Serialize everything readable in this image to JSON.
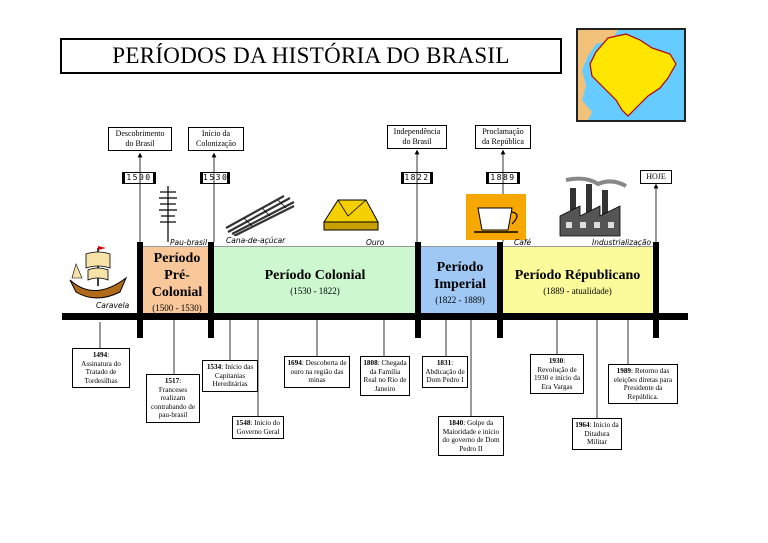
{
  "title": "PERÍODOS DA HISTÓRIA DO BRASIL",
  "top_labels": {
    "descobrimento": "Descobrimento do Brasil",
    "colonizacao": "Início da Colonização",
    "independencia": "Independência do Brasil",
    "republica": "Proclamação da República",
    "hoje": "HOJE"
  },
  "years": {
    "y1500": "1500",
    "y1530": "1530",
    "y1822": "1822",
    "y1889": "1889"
  },
  "image_labels": {
    "caravela": "Caravela",
    "pau_brasil": "Pau-brasil",
    "cana": "Cana-de-açúcar",
    "ouro": "Ouro",
    "cafe": "Café",
    "industrializacao": "Industrialização"
  },
  "periods": [
    {
      "name": "Período Pré-Colonial",
      "dates": "(1500 - 1530)",
      "color": "#f9c89a"
    },
    {
      "name": "Período Colonial",
      "dates": "(1530 - 1822)",
      "color": "#ccf7cf"
    },
    {
      "name": "Período Imperial",
      "dates": "(1822 - 1889)",
      "color": "#9fc8f5"
    },
    {
      "name": "Período Républicano",
      "dates": "(1889 - atualidade)",
      "color": "#fbfb9c"
    }
  ],
  "events": {
    "e1494": {
      "year": "1494",
      "text": "Assinatura do Tratado de Tordesilhas"
    },
    "e1517": {
      "year": "1517",
      "text": "Franceses realizam contrabando de pau-brasil"
    },
    "e1534": {
      "year": "1534",
      "text": "Início das Capitanias Hereditárias"
    },
    "e1548": {
      "year": "1548",
      "text": "Início do Governo Geral"
    },
    "e1694": {
      "year": "1694",
      "text": "Descoberta de ouro na região das minas"
    },
    "e1808": {
      "year": "1808",
      "text": "Chegada da Família Real no Rio de Janeiro"
    },
    "e1831": {
      "year": "1831",
      "text": "Abdicação de Dom Pedro I"
    },
    "e1840": {
      "year": "1840",
      "text": "Golpe da Maioridade e início do governo de Dom Pedro II"
    },
    "e1930": {
      "year": "1930",
      "text": "Revolução de 1930 e início da Era Vargas"
    },
    "e1964": {
      "year": "1964",
      "text": "Início da Ditadura Militar"
    },
    "e1989": {
      "year": "1989",
      "text": "Retorno das eleições diretas para Presidente da República."
    }
  }
}
